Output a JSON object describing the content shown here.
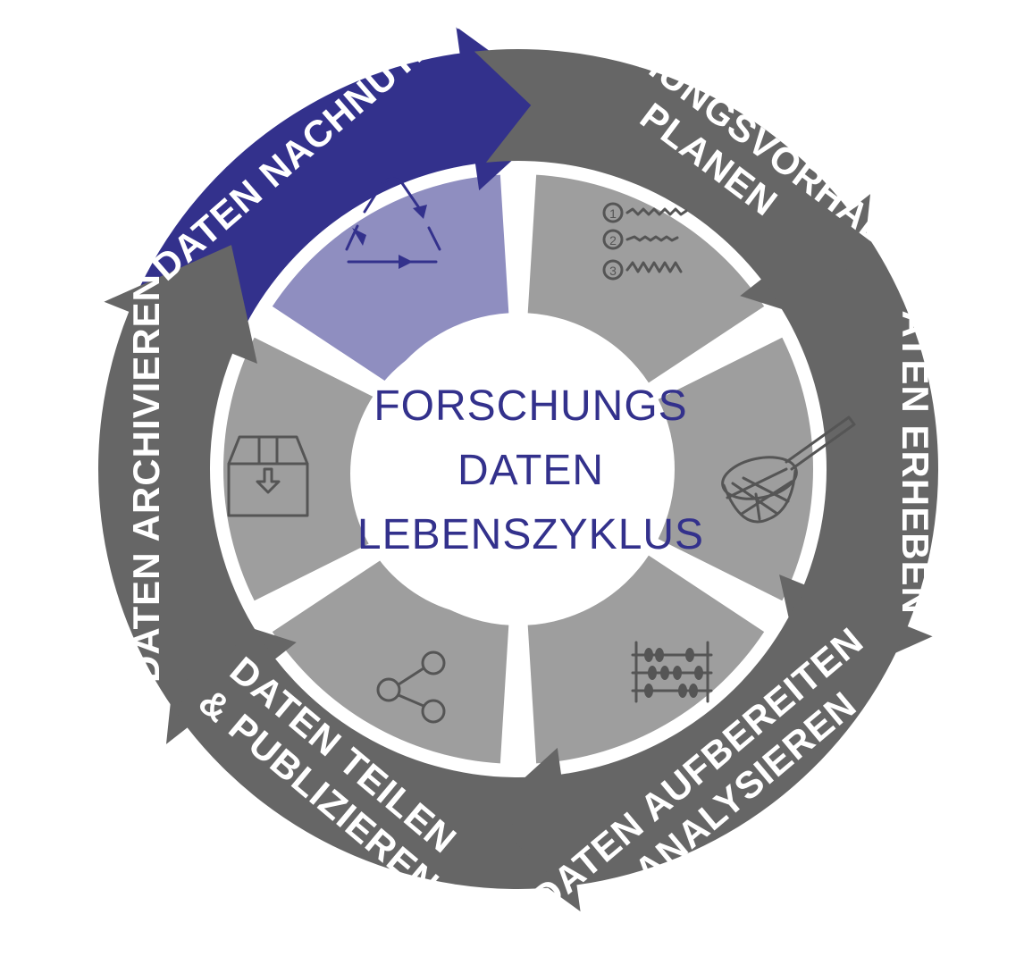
{
  "center": {
    "lines": [
      "FORSCHUNGS",
      "DATEN",
      "LEBENSZYKLUS"
    ]
  },
  "stages": [
    {
      "id": "nachnutzen",
      "label_lines": [
        "DATEN NACHNUTZEN"
      ],
      "icon": "recycle-icon",
      "arrow_color": "#33318c",
      "segment_color": "#8f8ec0",
      "highlighted": true
    },
    {
      "id": "planen",
      "label_lines": [
        "FORSCHUNGSVORHABEN",
        "PLANEN"
      ],
      "icon": "numbered-list-icon",
      "list_numbers": [
        "1",
        "2",
        "3"
      ],
      "arrow_color": "#666666",
      "segment_color": "#9e9e9e",
      "highlighted": false
    },
    {
      "id": "erheben",
      "label_lines": [
        "DATEN ERHEBEN"
      ],
      "icon": "net-icon",
      "arrow_color": "#666666",
      "segment_color": "#9e9e9e",
      "highlighted": false
    },
    {
      "id": "aufbereiten",
      "label_lines": [
        "DATEN AUFBEREITEN",
        "& ANALYSIEREN"
      ],
      "icon": "abacus-icon",
      "arrow_color": "#666666",
      "segment_color": "#9e9e9e",
      "highlighted": false
    },
    {
      "id": "teilen",
      "label_lines": [
        "DATEN TEILEN",
        "& PUBLIZIEREN"
      ],
      "icon": "share-icon",
      "arrow_color": "#666666",
      "segment_color": "#9e9e9e",
      "highlighted": false
    },
    {
      "id": "archivieren",
      "label_lines": [
        "DATEN ARCHIVIEREN"
      ],
      "icon": "archive-box-icon",
      "arrow_color": "#666666",
      "segment_color": "#9e9e9e",
      "highlighted": false
    }
  ],
  "colors": {
    "center_text": "#33318c",
    "center_fill": "#ffffff",
    "gap": "#ffffff"
  }
}
